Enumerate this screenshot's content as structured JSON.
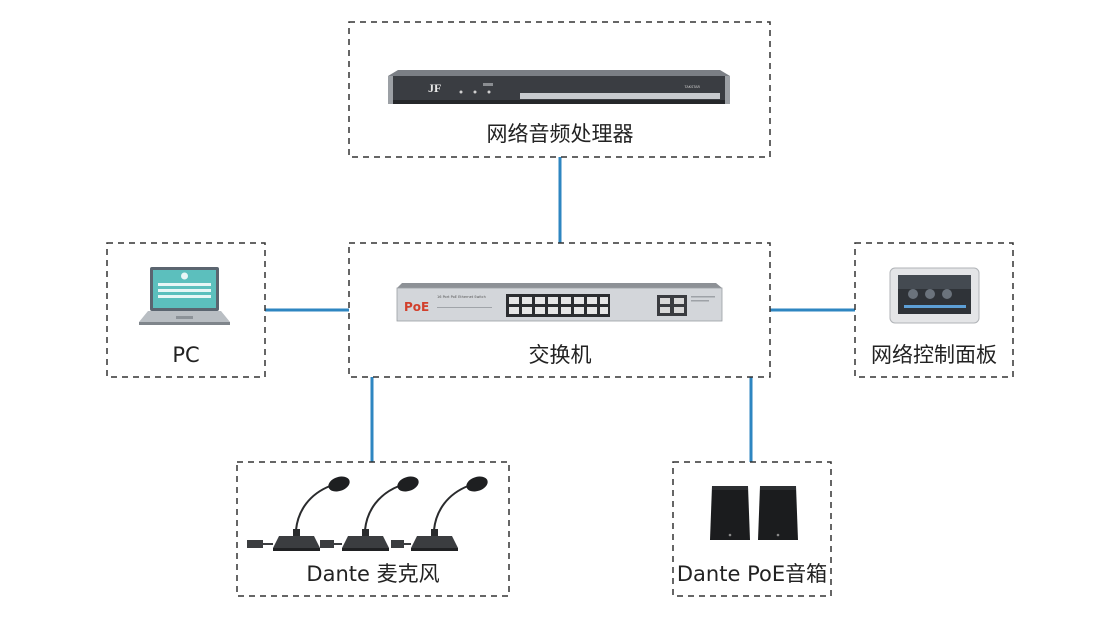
{
  "nodes": {
    "processor": {
      "label": "网络音频处理器",
      "device_text": "TAKSTAR"
    },
    "switch": {
      "label": "交换机",
      "brand": "PoE",
      "device_text": "16 Port PoE Ethernet Switch"
    },
    "pc": {
      "label": "PC"
    },
    "control_panel": {
      "label": "网络控制面板"
    },
    "mics": {
      "label": "Dante 麦克风"
    },
    "speakers": {
      "label": "Dante PoE音箱"
    }
  },
  "colors": {
    "link": "#2e86c1",
    "border": "#333333"
  }
}
